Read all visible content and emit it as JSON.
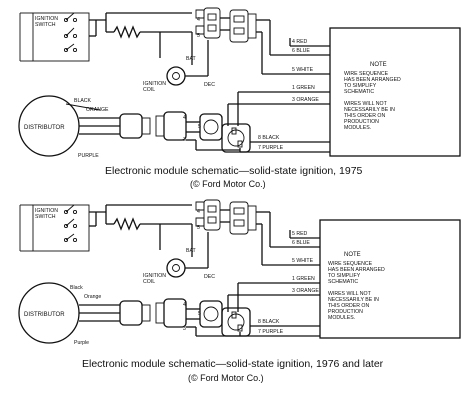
{
  "diagrams": [
    {
      "labels": {
        "ignition_switch": [
          "IGNITION",
          "SWITCH"
        ],
        "bat": "BAT",
        "dec": "DEC",
        "ignition_coil": [
          "IGNITION",
          "COIL"
        ],
        "distributor": "DISTRIBUTOR",
        "black": "BLACK",
        "orange": "ORANGE",
        "purple": "PURPLE",
        "pin_small_a": "4",
        "pin_small_b": "5",
        "pin_4": "4",
        "pin_5": "5",
        "pin_3": "3"
      },
      "wires": [
        "4 RED",
        "6 BLUE",
        "5 WHITE",
        "1 GREEN",
        "3 ORANGE",
        "8 BLACK",
        "7 PURPLE"
      ],
      "note": {
        "title": "NOTE",
        "lines": [
          "WIRE SEQUENCE",
          "HAS BEEN ARRANGED",
          "TO SIMPLIFY",
          "SCHEMATIC",
          "",
          "WIRES WILL NOT",
          "NECESSARILY BE IN",
          "THIS ORDER ON",
          "PRODUCTION",
          "MODULES."
        ]
      },
      "caption": "Electronic module schematic—solid-state ignition, 1975",
      "credit": "(© Ford Motor Co.)"
    },
    {
      "labels": {
        "ignition_switch": [
          "IGNITION",
          "SWITCH"
        ],
        "bat": "BAT",
        "dec": "DEC",
        "ignition_coil": [
          "IGNITION",
          "COIL"
        ],
        "distributor": "DISTRIBUTOR",
        "black": "Black",
        "orange": "Orange",
        "purple": "Purple",
        "pin_small_a": "4",
        "pin_small_b": "5",
        "pin_4": "4",
        "pin_5": "5",
        "pin_3": "3"
      },
      "wires": [
        "5 RED",
        "6 BLUE",
        "5 WHITE",
        "1 GREEN",
        "3 ORANGE",
        "8 BLACK",
        "7 PURPLE"
      ],
      "note": {
        "title": "NOTE",
        "lines": [
          "WIRE SEQUENCE",
          "HAS BEEN ARRANGED",
          "TO SIMPLIFY",
          "SCHEMATIC",
          "",
          "WIRES WILL NOT",
          "NECESSARILY BE IN",
          "THIS ORDER ON",
          "PRODUCTION",
          "MODULES."
        ]
      },
      "caption": "Electronic module schematic—solid-state ignition, 1976 and later",
      "credit": "(© Ford Motor Co.)"
    }
  ]
}
